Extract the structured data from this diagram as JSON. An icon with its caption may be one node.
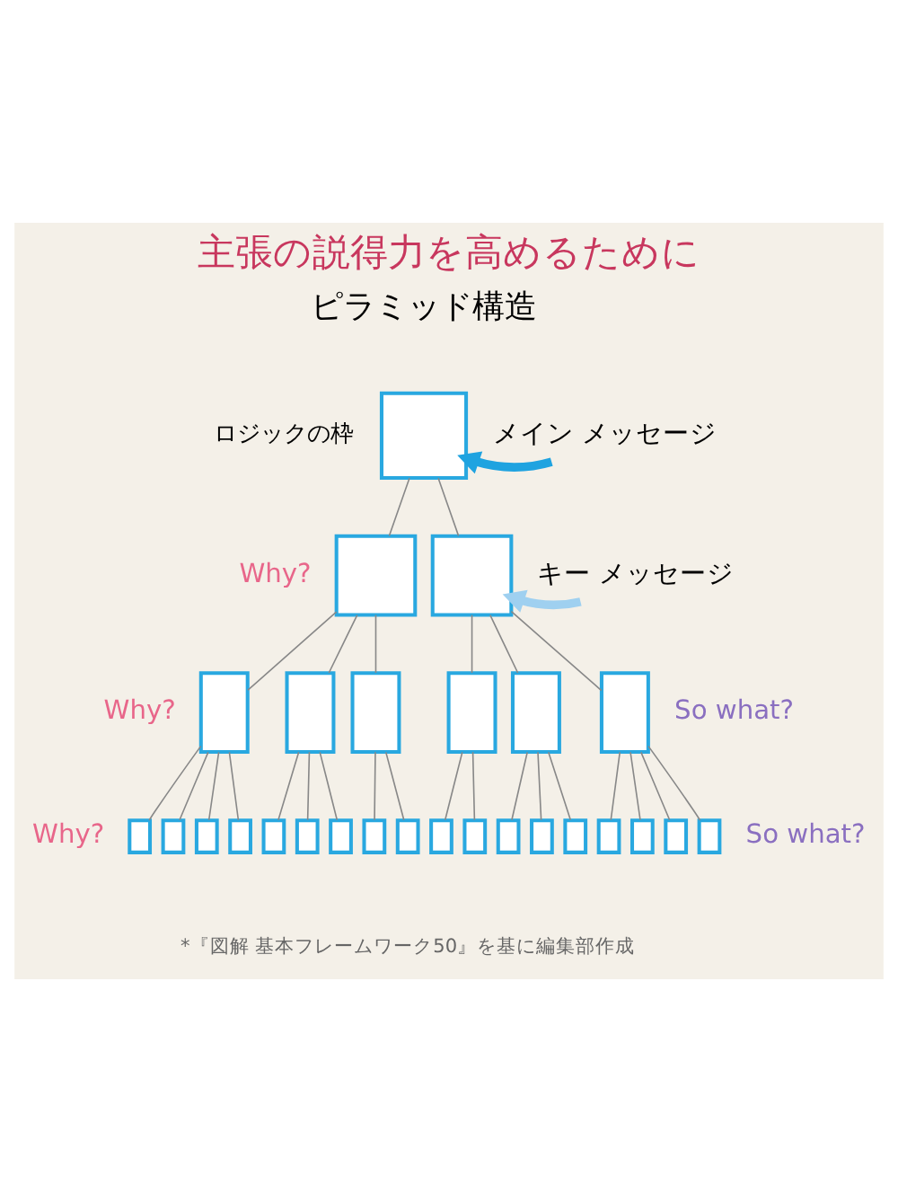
{
  "diagram": {
    "title": "主張の説得力を高めるために",
    "caption": "*『図解 基本フレームワーク50』を基に編集部作成",
    "nodes": [
      {
        "text": [],
        "shape": "box",
        "beside": [
          "ロジックの枠"
        ]
      },
      {
        "text": [
          "メイン メッセージ"
        ]
      },
      {
        "text": [],
        "shape": "box"
      },
      {
        "text": [],
        "shape": "box"
      },
      {
        "text": [
          "キー メッセージ"
        ]
      },
      {
        "text": [],
        "shape": "box"
      },
      {
        "text": [],
        "shape": "box"
      },
      {
        "text": [],
        "shape": "box"
      },
      {
        "text": [],
        "shape": "box"
      },
      {
        "text": [],
        "shape": "box"
      },
      {
        "text": [],
        "shape": "box"
      },
      {
        "text": [],
        "shape": "box"
      },
      {
        "text": [],
        "shape": "box"
      },
      {
        "text": [],
        "shape": "box"
      },
      {
        "text": [],
        "shape": "box"
      },
      {
        "text": [],
        "shape": "box"
      },
      {
        "text": [],
        "shape": "box"
      },
      {
        "text": [],
        "shape": "box"
      },
      {
        "text": [],
        "shape": "box"
      },
      {
        "text": [],
        "shape": "box"
      },
      {
        "text": [],
        "shape": "box"
      },
      {
        "text": [],
        "shape": "box"
      },
      {
        "text": [],
        "shape": "box"
      },
      {
        "text": [],
        "shape": "box"
      },
      {
        "text": [],
        "shape": "box"
      },
      {
        "text": [],
        "shape": "box"
      },
      {
        "text": [],
        "shape": "box"
      },
      {
        "text": [],
        "shape": "box"
      },
      {
        "text": [],
        "shape": "box"
      }
    ],
    "edges": [
      {
        "from": 1,
        "to": 0,
        "arrow": "to",
        "style": "thick",
        "color": "#1fa3e0"
      },
      {
        "from": 0,
        "to": 2,
        "arrow": "none"
      },
      {
        "from": 0,
        "to": 3,
        "arrow": "none"
      },
      {
        "from": 4,
        "to": 3,
        "arrow": "to",
        "style": "thick",
        "color": "#9fd0f0"
      },
      {
        "from": 2,
        "to": 5,
        "arrow": "none"
      },
      {
        "from": 2,
        "to": 6,
        "arrow": "none"
      },
      {
        "from": 2,
        "to": 7,
        "arrow": "none"
      },
      {
        "from": 3,
        "to": 8,
        "arrow": "none"
      },
      {
        "from": 3,
        "to": 9,
        "arrow": "none"
      },
      {
        "from": 3,
        "to": 10,
        "arrow": "none"
      },
      {
        "from": 5,
        "to": 11,
        "arrow": "none"
      },
      {
        "from": 5,
        "to": 12,
        "arrow": "none"
      },
      {
        "from": 5,
        "to": 13,
        "arrow": "none"
      },
      {
        "from": 5,
        "to": 14,
        "arrow": "none"
      },
      {
        "from": 6,
        "to": 15,
        "arrow": "none"
      },
      {
        "from": 6,
        "to": 16,
        "arrow": "none"
      },
      {
        "from": 6,
        "to": 17,
        "arrow": "none"
      },
      {
        "from": 7,
        "to": 18,
        "arrow": "none"
      },
      {
        "from": 7,
        "to": 19,
        "arrow": "none"
      },
      {
        "from": 8,
        "to": 20,
        "arrow": "none"
      },
      {
        "from": 8,
        "to": 21,
        "arrow": "none"
      },
      {
        "from": 9,
        "to": 22,
        "arrow": "none"
      },
      {
        "from": 9,
        "to": 23,
        "arrow": "none"
      },
      {
        "from": 9,
        "to": 24,
        "arrow": "none"
      },
      {
        "from": 10,
        "to": 25,
        "arrow": "none"
      },
      {
        "from": 10,
        "to": 26,
        "arrow": "none"
      },
      {
        "from": 10,
        "to": 27,
        "arrow": "none"
      },
      {
        "from": 10,
        "to": 28,
        "arrow": "none"
      }
    ],
    "labels": [
      "ピラミッド構造",
      "Why?",
      "So what?",
      "Why?",
      "So what?",
      "Why?"
    ]
  }
}
